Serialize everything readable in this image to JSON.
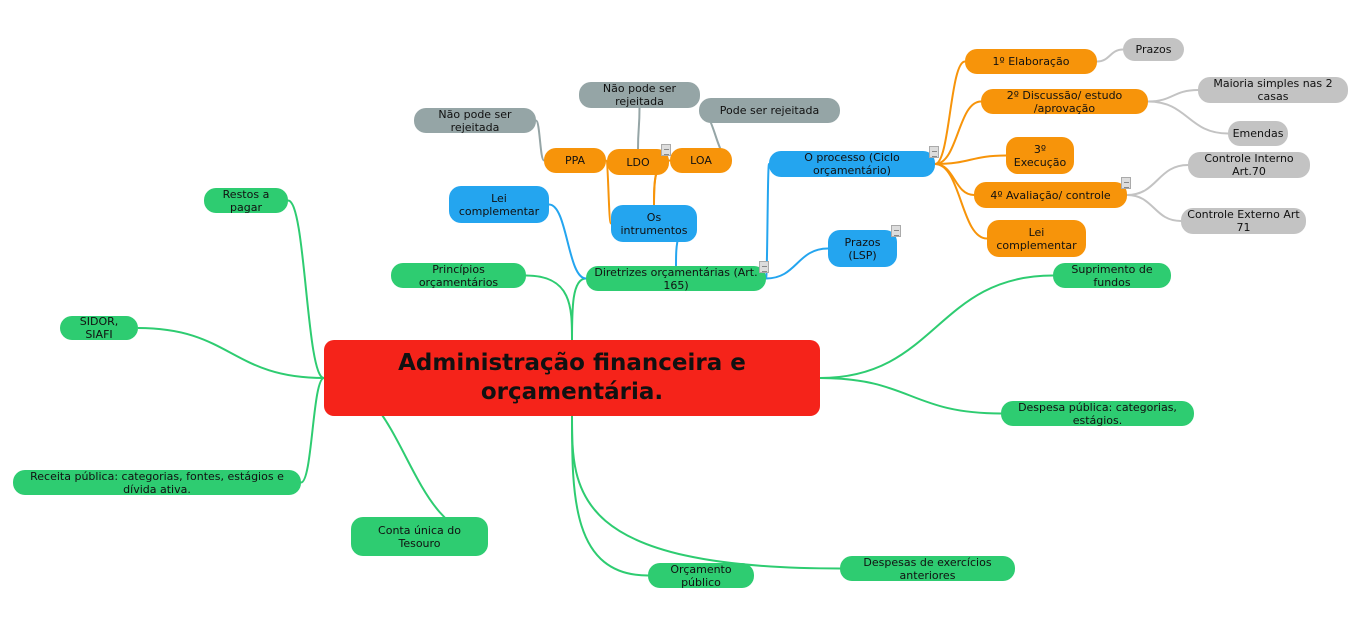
{
  "colors": {
    "root": "#f5231a",
    "green": "#2ecc71",
    "blue": "#24a5ef",
    "orange": "#f7940a",
    "gray": "#95a5a6",
    "light_gray": "#c3c3c3"
  },
  "nodes": {
    "root": "Administração financeira e\norçamentária.",
    "restos": "Restos a pagar",
    "sidor": "SIDOR, SIAFI",
    "receita": "Receita pública: categorias, fontes, estágios e dívida ativa.",
    "conta": "Conta única do Tesouro",
    "orcamento": "Orçamento público",
    "principios": "Princípios orçamentários",
    "diretrizes": "Diretrizes orçamentárias (Art. 165)",
    "suprimento": "Suprimento de fundos",
    "despesa": "Despesa pública: categorias, estágios.",
    "despesas_ant": "Despesas de exercícios anteriores",
    "lei_comp": "Lei\ncomplementar",
    "os_instr": "Os\nintrumentos",
    "prazos_lsp": "Prazos\n(LSP)",
    "processo": "O processo (Ciclo orçamentário)",
    "ppa": "PPA",
    "ldo": "LDO",
    "loa": "LOA",
    "nao1": "Não pode ser rejeitada",
    "nao2": "Não pode ser rejeitada",
    "pode": "Pode ser rejeitada",
    "elab": "1º Elaboração",
    "disc": "2º Discussão/ estudo /aprovação",
    "exec": "3º\nExecução",
    "aval": "4º Avaliação/ controle",
    "leic": "Lei\ncomplementar",
    "prazos": "Prazos",
    "maioria": "Maioria simples nas 2 casas",
    "emendas": "Emendas",
    "ci": "Controle Interno Art.70",
    "ce": "Controle Externo Art 71"
  }
}
